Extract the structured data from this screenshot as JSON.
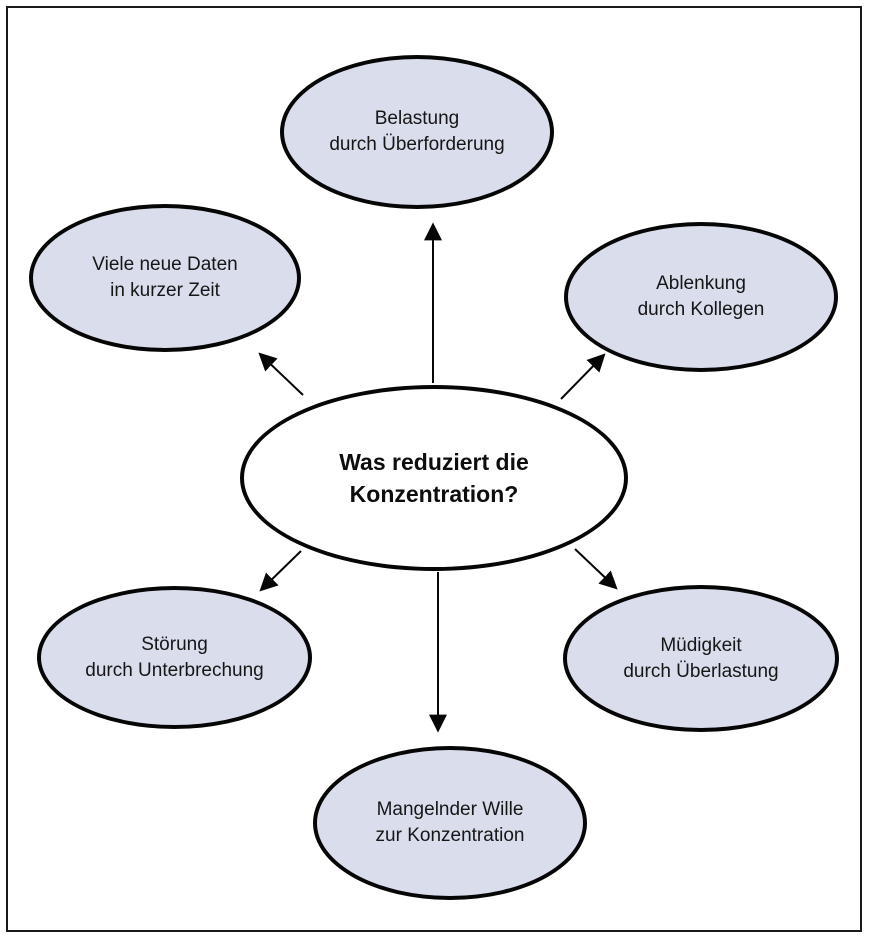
{
  "diagram": {
    "title": "Was reduziert die Konzentration?",
    "type": "mindmap",
    "colors": {
      "satellite_fill": "#d9ddec",
      "center_fill": "#ffffff",
      "stroke": "#060606",
      "frame": "#1a1a1a",
      "background": "#ffffff"
    },
    "nodes": {
      "center": {
        "line1": "Was reduziert die",
        "line2": "Konzentration?"
      },
      "top": {
        "line1": "Belastung",
        "line2": "durch Überforderung"
      },
      "top_left": {
        "line1": "Viele neue Daten",
        "line2": "in kurzer Zeit"
      },
      "top_right": {
        "line1": "Ablenkung",
        "line2": "durch Kollegen"
      },
      "bottom_left": {
        "line1": "Störung",
        "line2": "durch Unterbrechung"
      },
      "bottom_right": {
        "line1": "Müdigkeit",
        "line2": "durch Überlastung"
      },
      "bottom": {
        "line1": "Mangelnder Wille",
        "line2": "zur Konzentration"
      }
    },
    "edges": [
      {
        "from": "center",
        "to": "top"
      },
      {
        "from": "center",
        "to": "top_left"
      },
      {
        "from": "center",
        "to": "top_right"
      },
      {
        "from": "center",
        "to": "bottom_left"
      },
      {
        "from": "center",
        "to": "bottom_right"
      },
      {
        "from": "center",
        "to": "bottom"
      }
    ]
  }
}
